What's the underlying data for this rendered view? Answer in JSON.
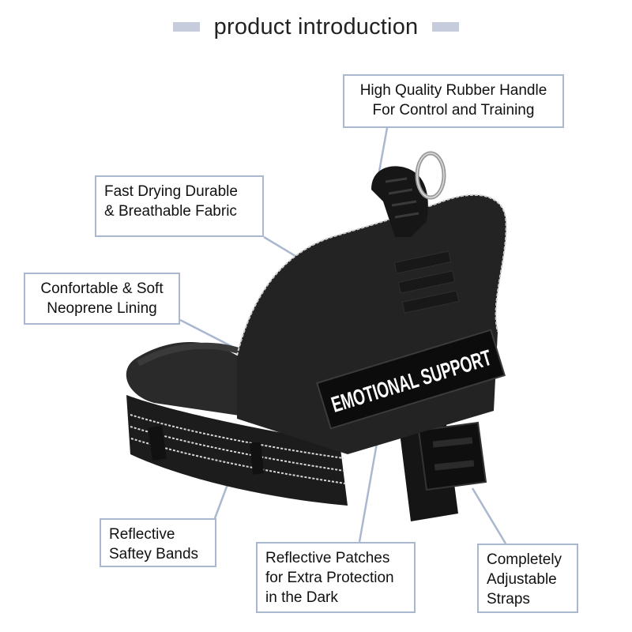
{
  "header": {
    "title": "product introduction"
  },
  "product": {
    "patch_text": "EMOTIONAL SUPPORT"
  },
  "callouts": {
    "handle": [
      "High Quality Rubber Handle",
      "For Control and Training"
    ],
    "fabric": [
      "Fast Drying Durable",
      "& Breathable Fabric"
    ],
    "lining": [
      "Confortable & Soft",
      "Neoprene Lining"
    ],
    "bands": [
      "Reflective",
      "Saftey Bands"
    ],
    "patches": [
      "Reflective Patches",
      "for Extra Protection",
      "in the Dark"
    ],
    "straps": [
      "Completely",
      "Adjustable",
      "Straps"
    ]
  },
  "colors": {
    "accent": "#a9b8cf",
    "title_bar": "#c7ccdd",
    "harness": "#1f1f1f",
    "reflective": "#d8d8d8"
  }
}
